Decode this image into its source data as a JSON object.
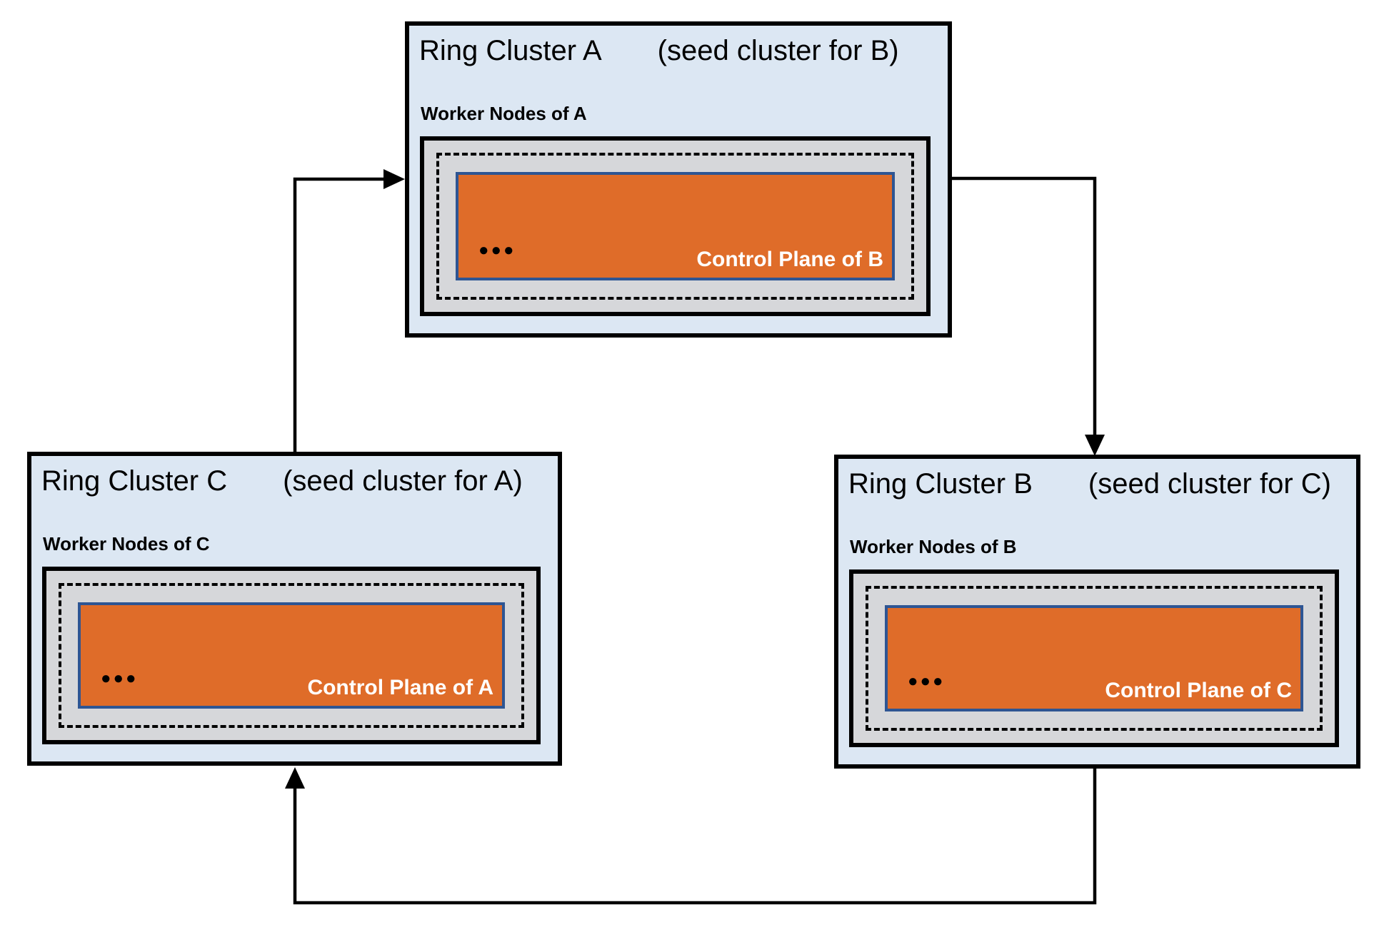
{
  "clusters": [
    {
      "id": "A",
      "title": "Ring Cluster A",
      "subtitle": "(seed cluster for B)",
      "worker_label": "Worker Nodes of A",
      "control_plane_label": "Control Plane of B",
      "dots": "●●●"
    },
    {
      "id": "C",
      "title": "Ring Cluster C",
      "subtitle": "(seed cluster for A)",
      "worker_label": "Worker Nodes of C",
      "control_plane_label": "Control Plane of A",
      "dots": "●●●"
    },
    {
      "id": "B",
      "title": "Ring Cluster B",
      "subtitle": "(seed cluster for C)",
      "worker_label": "Worker Nodes of B",
      "control_plane_label": "Control Plane of C",
      "dots": "●●●"
    }
  ],
  "arrows": [
    {
      "from": "C",
      "to": "A"
    },
    {
      "from": "A",
      "to": "B"
    },
    {
      "from": "B",
      "to": "C"
    }
  ],
  "colors": {
    "cluster_background": "#dce7f3",
    "worker_box_background": "#d6d7da",
    "control_plane_background": "#df6c29",
    "control_plane_border": "#2e5593",
    "line_color": "#000000"
  }
}
